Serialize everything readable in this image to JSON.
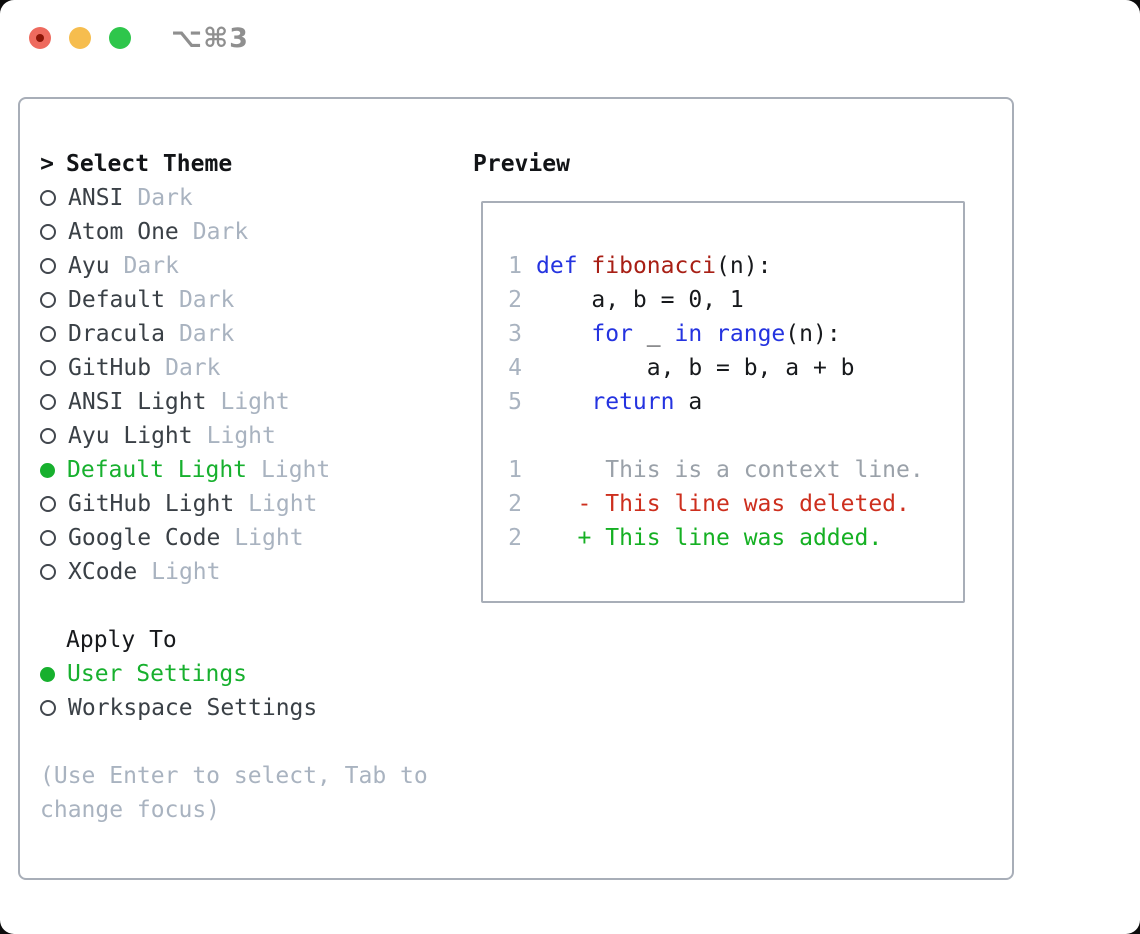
{
  "window": {
    "title": "⌥⌘3"
  },
  "titlebar_buttons": [
    {
      "name": "close-button"
    },
    {
      "name": "minimize-button"
    },
    {
      "name": "zoom-button"
    }
  ],
  "theme_picker": {
    "header": {
      "prompt": ">",
      "label": "Select Theme"
    },
    "themes": [
      {
        "name": "ANSI",
        "variant": "Dark",
        "selected": false
      },
      {
        "name": "Atom One",
        "variant": "Dark",
        "selected": false
      },
      {
        "name": "Ayu",
        "variant": "Dark",
        "selected": false
      },
      {
        "name": "Default",
        "variant": "Dark",
        "selected": false
      },
      {
        "name": "Dracula",
        "variant": "Dark",
        "selected": false
      },
      {
        "name": "GitHub",
        "variant": "Dark",
        "selected": false
      },
      {
        "name": "ANSI Light",
        "variant": "Light",
        "selected": false
      },
      {
        "name": "Ayu Light",
        "variant": "Light",
        "selected": false
      },
      {
        "name": "Default Light",
        "variant": "Light",
        "selected": true
      },
      {
        "name": "GitHub Light",
        "variant": "Light",
        "selected": false
      },
      {
        "name": "Google Code",
        "variant": "Light",
        "selected": false
      },
      {
        "name": "XCode",
        "variant": "Light",
        "selected": false
      }
    ],
    "apply_to": {
      "label": "Apply To",
      "options": [
        {
          "name": "User Settings",
          "selected": true
        },
        {
          "name": "Workspace Settings",
          "selected": false
        }
      ]
    },
    "help": "(Use Enter to select, Tab to change focus)"
  },
  "preview": {
    "label": "Preview",
    "code_lines": [
      {
        "num": "1",
        "tokens": [
          {
            "t": "def",
            "c": "kw"
          },
          {
            "t": " "
          },
          {
            "t": "fibonacci",
            "c": "fn"
          },
          {
            "t": "(n):"
          }
        ]
      },
      {
        "num": "2",
        "tokens": [
          {
            "t": "    a, b = 0, 1"
          }
        ]
      },
      {
        "num": "3",
        "tokens": [
          {
            "t": "    "
          },
          {
            "t": "for",
            "c": "kw"
          },
          {
            "t": " _ "
          },
          {
            "t": "in",
            "c": "kw"
          },
          {
            "t": " "
          },
          {
            "t": "range",
            "c": "kw"
          },
          {
            "t": "(n):"
          }
        ]
      },
      {
        "num": "4",
        "tokens": [
          {
            "t": "        a, b = b, a + b"
          }
        ]
      },
      {
        "num": "5",
        "tokens": [
          {
            "t": "    "
          },
          {
            "t": "return",
            "c": "kw"
          },
          {
            "t": " a"
          }
        ]
      }
    ],
    "diff_lines": [
      {
        "num": "1",
        "type": "context",
        "text": "     This is a context line."
      },
      {
        "num": "2",
        "type": "deleted",
        "text": "   - This line was deleted."
      },
      {
        "num": "2",
        "type": "added",
        "text": "   + This line was added."
      }
    ]
  },
  "colors": {
    "accent_green": "#17b02e",
    "keyword_blue": "#2433e0",
    "function_red": "#a81f15",
    "diff_deleted_red": "#cd2f1e",
    "diff_added_green": "#15b023",
    "context_gray": "#9aa1a9",
    "muted_gray": "#a9b3c0",
    "item_gray": "#3a4046",
    "ring": "#42474e",
    "border_gray": "#a8aeb8",
    "title_gray": "#8f8f8f",
    "ink": "#17191c",
    "tl_red": "#ee6a5e",
    "tl_red_dot": "#8c1507",
    "tl_yellow": "#f6bd4e",
    "tl_green": "#2ec64b"
  }
}
